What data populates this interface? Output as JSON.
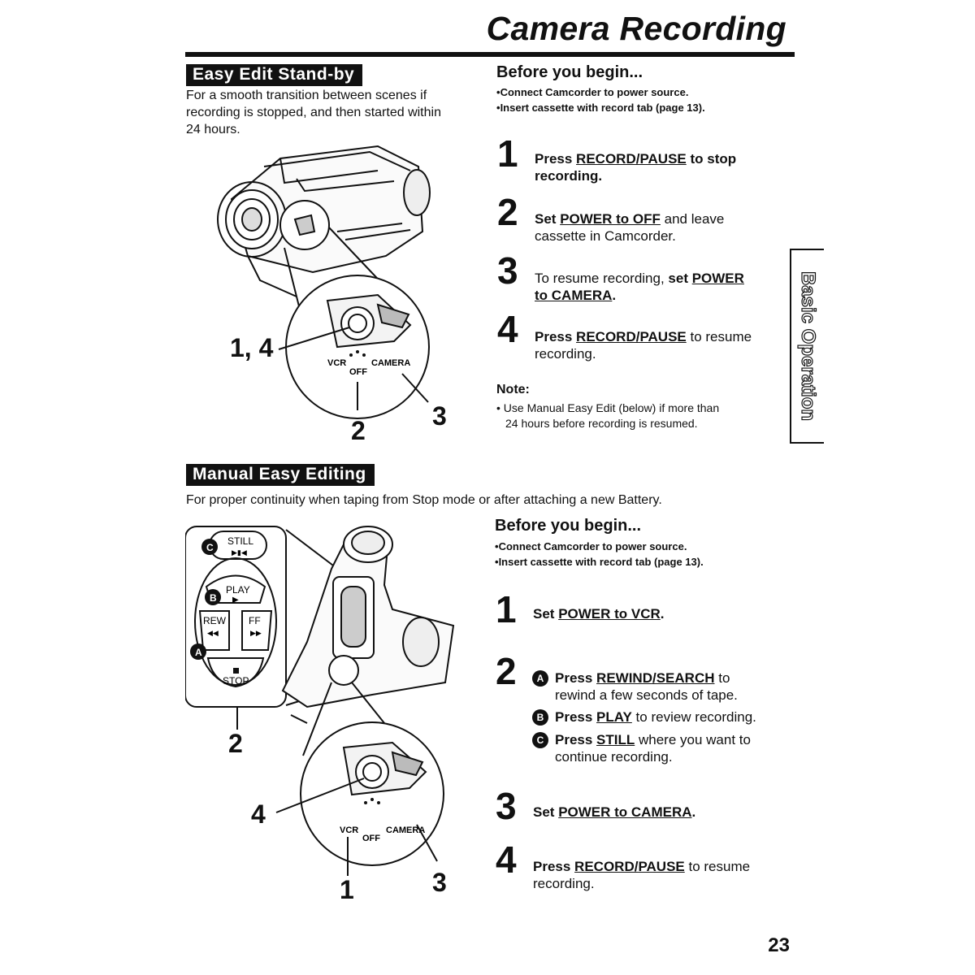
{
  "page": {
    "title": "Camera Recording",
    "page_number": "23",
    "side_tab": "Basic Operation"
  },
  "easy_edit": {
    "heading": "Easy Edit Stand-by",
    "intro": [
      "For a smooth transition between scenes if",
      "recording is stopped, and then started within",
      "24 hours."
    ],
    "before_heading": "Before you begin...",
    "bullets": [
      "Connect Camcorder to power source.",
      "Insert cassette with record tab (page 13)."
    ],
    "steps": [
      {
        "num": "1",
        "pre": "",
        "b1": "Press ",
        "u": "RECORD/PAUSE",
        "b2": " to stop",
        "line2": "recording.",
        "line2_bold": true
      },
      {
        "num": "2",
        "pre": "",
        "b1": "Set ",
        "u": "POWER to OFF",
        "b2": "",
        "tail": " and leave",
        "line2": "cassette in Camcorder.",
        "line2_bold": false
      },
      {
        "num": "3",
        "pre": "To resume recording, ",
        "b1": "set ",
        "u": "POWER",
        "line2u": "to CAMERA",
        "line2": "."
      },
      {
        "num": "4",
        "pre": "",
        "b1": "Press ",
        "u": "RECORD/PAUSE",
        "tail": " to resume",
        "line2": "recording."
      }
    ],
    "note_heading": "Note:",
    "note": [
      "Use Manual Easy Edit (below) if more than",
      "24 hours before recording is resumed."
    ],
    "callouts": {
      "a": "1, 4",
      "b": "2",
      "c": "3"
    },
    "dial": {
      "vcr": "VCR",
      "off": "OFF",
      "camera": "CAMERA"
    }
  },
  "manual_edit": {
    "heading": "Manual Easy Editing",
    "intro": "For proper continuity when taping from Stop mode or after attaching a new Battery.",
    "before_heading": "Before you begin...",
    "bullets": [
      "Connect Camcorder to power source.",
      "Insert cassette with record tab (page 13)."
    ],
    "step1": {
      "num": "1",
      "b": "Set ",
      "u": "POWER to VCR",
      "end": "."
    },
    "step2": {
      "num": "2",
      "a": {
        "badge": "A",
        "b": "Press ",
        "u": "REWIND/SEARCH",
        "tail": " to",
        "line2": "rewind a few seconds of tape."
      },
      "b": {
        "badge": "B",
        "b": "Press ",
        "u": "PLAY",
        "tail": " to review recording."
      },
      "c": {
        "badge": "C",
        "b": "Press ",
        "u": "STILL",
        "tail": " where you want to",
        "line2": "continue recording."
      }
    },
    "step3": {
      "num": "3",
      "b": "Set ",
      "u": "POWER to CAMERA",
      "end": "."
    },
    "step4": {
      "num": "4",
      "b": "Press ",
      "u": "RECORD/PAUSE",
      "tail": " to resume",
      "line2": "recording."
    },
    "callouts": {
      "two": "2",
      "four": "4",
      "one": "1",
      "three": "3"
    },
    "buttons": {
      "still": "STILL",
      "play": "PLAY",
      "rew": "REW",
      "ff": "FF",
      "stop": "STOP",
      "badge_a": "A",
      "badge_b": "B",
      "badge_c": "C"
    },
    "dial": {
      "vcr": "VCR",
      "off": "OFF",
      "camera": "CAMERA"
    }
  }
}
